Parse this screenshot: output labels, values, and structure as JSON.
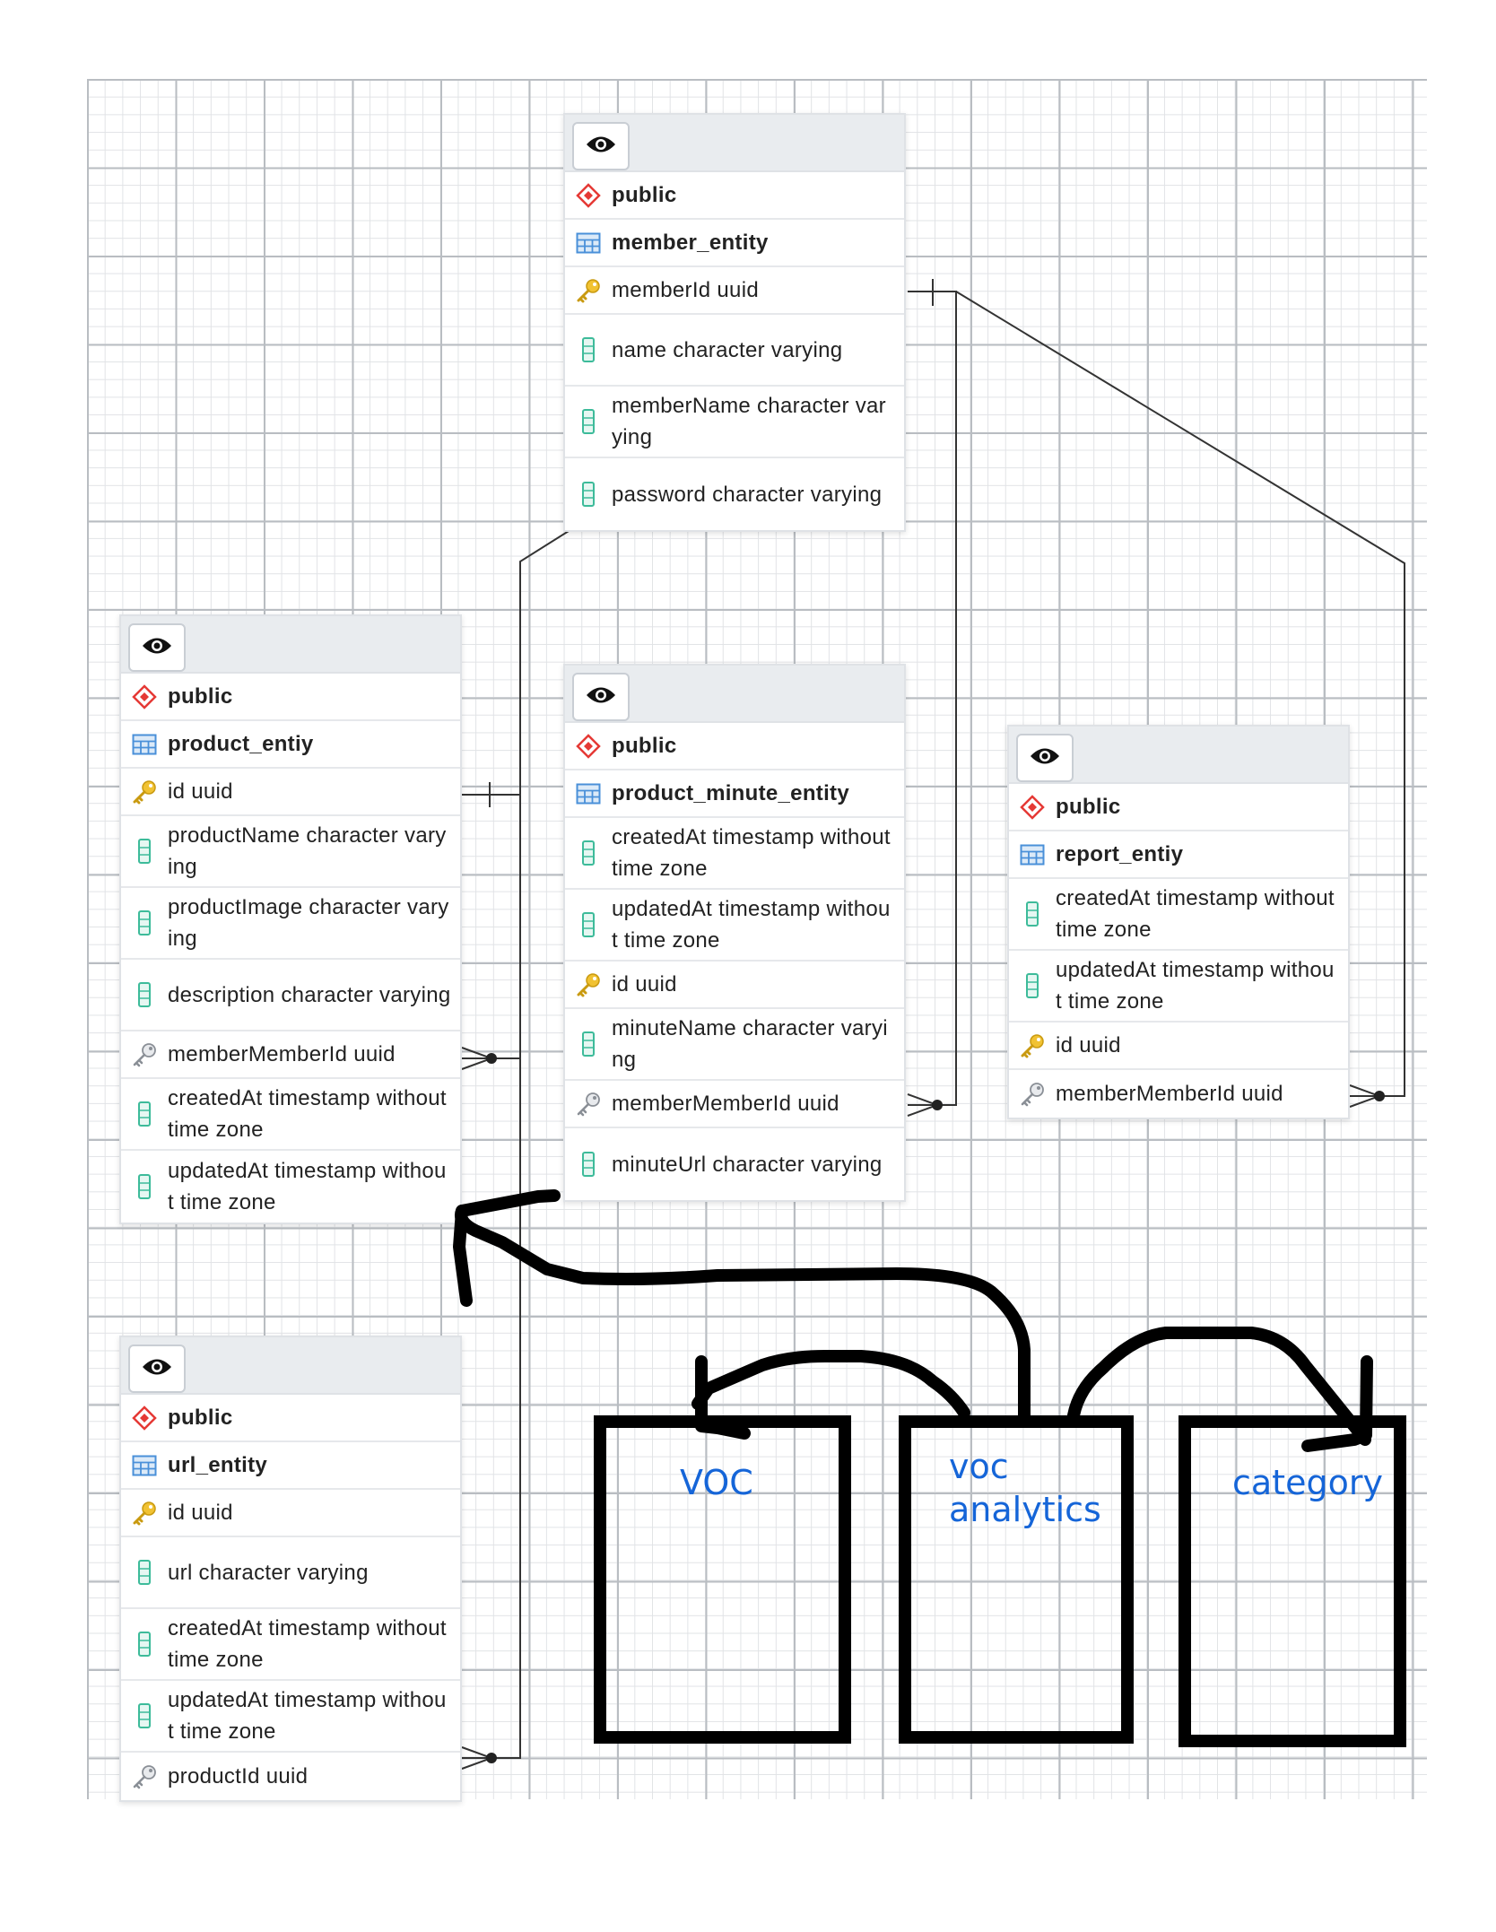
{
  "entities": {
    "member": {
      "schema": "public",
      "table": "member_entity",
      "columns": [
        {
          "icon": "primary-key-icon",
          "text": "memberId uuid"
        },
        {
          "icon": "column-icon",
          "text": "name character varying"
        },
        {
          "icon": "column-icon",
          "text": "memberName character varying"
        },
        {
          "icon": "column-icon",
          "text": "password character varying"
        }
      ]
    },
    "product": {
      "schema": "public",
      "table": "product_entiy",
      "columns": [
        {
          "icon": "primary-key-icon",
          "text": "id uuid"
        },
        {
          "icon": "column-icon",
          "text": "productName character varying"
        },
        {
          "icon": "column-icon",
          "text": "productImage character varying"
        },
        {
          "icon": "column-icon",
          "text": "description character varying"
        },
        {
          "icon": "foreign-key-icon",
          "text": "memberMemberId uuid"
        },
        {
          "icon": "column-icon",
          "text": "createdAt timestamp without time zone"
        },
        {
          "icon": "column-icon",
          "text": "updatedAt timestamp without time zone"
        }
      ]
    },
    "product_minute": {
      "schema": "public",
      "table": "product_minute_entity",
      "columns": [
        {
          "icon": "column-icon",
          "text": "createdAt timestamp without time zone"
        },
        {
          "icon": "column-icon",
          "text": "updatedAt timestamp without time zone"
        },
        {
          "icon": "primary-key-icon",
          "text": "id uuid"
        },
        {
          "icon": "column-icon",
          "text": "minuteName character varying"
        },
        {
          "icon": "foreign-key-icon",
          "text": "memberMemberId uuid"
        },
        {
          "icon": "column-icon",
          "text": "minuteUrl character varying"
        }
      ]
    },
    "report": {
      "schema": "public",
      "table": "report_entiy",
      "columns": [
        {
          "icon": "column-icon",
          "text": "createdAt timestamp without time zone"
        },
        {
          "icon": "column-icon",
          "text": "updatedAt timestamp without time zone"
        },
        {
          "icon": "primary-key-icon",
          "text": "id uuid"
        },
        {
          "icon": "foreign-key-icon",
          "text": "memberMemberId uuid"
        }
      ]
    },
    "url": {
      "schema": "public",
      "table": "url_entity",
      "columns": [
        {
          "icon": "primary-key-icon",
          "text": "id uuid"
        },
        {
          "icon": "column-icon",
          "text": "url character varying"
        },
        {
          "icon": "column-icon",
          "text": "createdAt timestamp without time zone"
        },
        {
          "icon": "column-icon",
          "text": "updatedAt timestamp without time zone"
        },
        {
          "icon": "foreign-key-icon",
          "text": "productId uuid"
        }
      ]
    }
  },
  "boxes": {
    "voc": "VOC",
    "voc_analytics_line1": "voc",
    "voc_analytics_line2": "analytics",
    "category": "category"
  },
  "colors": {
    "primary_key": "#f1c232",
    "column": "#3dbb9a",
    "table": "#4a90d9",
    "schema": "#e53935",
    "foreign_key": "#8a8f96",
    "box_label": "#1565d8"
  }
}
